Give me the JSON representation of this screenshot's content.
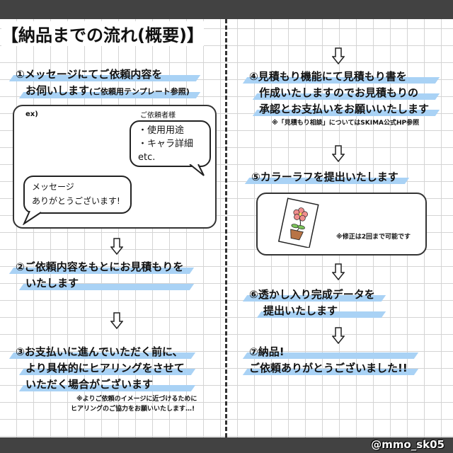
{
  "title": "【納品までの流れ(概要)】",
  "handle": "@mmo_sk05",
  "steps": {
    "s1": {
      "lines": [
        "①メッセージにてご依頼内容を",
        "お伺いします"
      ],
      "sub": "(ご依頼用テンプレート参照)"
    },
    "s2": {
      "lines": [
        "②ご依頼内容をもとにお見積もりを",
        "いたします"
      ]
    },
    "s3": {
      "lines": [
        "③お支払いに進んでいただく前に、",
        "より具体的にヒアリングをさせて",
        "いただく場合がございます"
      ],
      "note": [
        "※よりご依頼のイメージに近づけるために",
        "ヒアリングのご協力をお願いいたします…!"
      ]
    },
    "s4": {
      "lines": [
        "④見積もり機能にて見積もり書を",
        "作成いたしますのでお見積もりの",
        "承認とお支払いをお願いいたします"
      ],
      "note": "※「見積もり相談」についてはSKIMA公式HP参照"
    },
    "s5": {
      "lines": [
        "⑤カラーラフを提出いたします"
      ],
      "note": "※修正は2回まで可能です"
    },
    "s6": {
      "lines": [
        "⑥透かし入り完成データを",
        "提出いたします"
      ]
    },
    "s7": {
      "lines": [
        "⑦納品!",
        "ご依頼ありがとうございました!!"
      ]
    }
  },
  "example": {
    "label": "ex)",
    "client_label": "ご依頼者様",
    "client_lines": [
      "・使用用途",
      "・キャラ詳細",
      "etc."
    ],
    "reply_lines": [
      "メッセージ",
      "ありがとうございます!"
    ]
  },
  "colors": {
    "highlight": "#a9d2f5",
    "bar": "#424242"
  }
}
